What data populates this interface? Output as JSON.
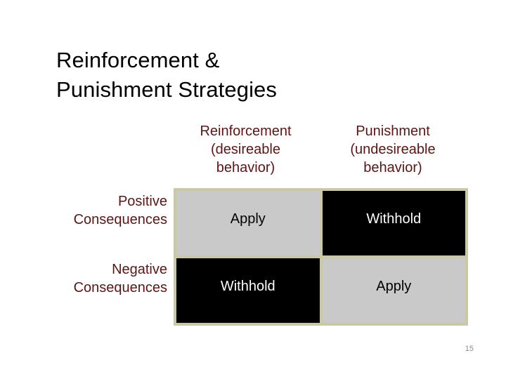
{
  "slide": {
    "background_color": "#FFFFFF",
    "accent_color": "#5E1414",
    "grid_border_color": "#C9C9A3",
    "cell_light_color": "#C9C9C9",
    "cell_dark_color": "#000000",
    "page_number": "15"
  },
  "title": {
    "line1": "Reinforcement &",
    "line2": "Punishment Strategies"
  },
  "matrix": {
    "column_headers": [
      {
        "line1": "Reinforcement",
        "line2": "(desireable",
        "line3": "behavior)"
      },
      {
        "line1": "Punishment",
        "line2": "(undesireable",
        "line3": "behavior)"
      }
    ],
    "row_headers": [
      {
        "line1": "Positive",
        "line2": "Consequences"
      },
      {
        "line1": "Negative",
        "line2": "Consequences"
      }
    ],
    "cells": [
      {
        "label": "Apply",
        "style": "light"
      },
      {
        "label": "Withhold",
        "style": "dark"
      },
      {
        "label": "Withhold",
        "style": "dark"
      },
      {
        "label": "Apply",
        "style": "light"
      }
    ]
  }
}
